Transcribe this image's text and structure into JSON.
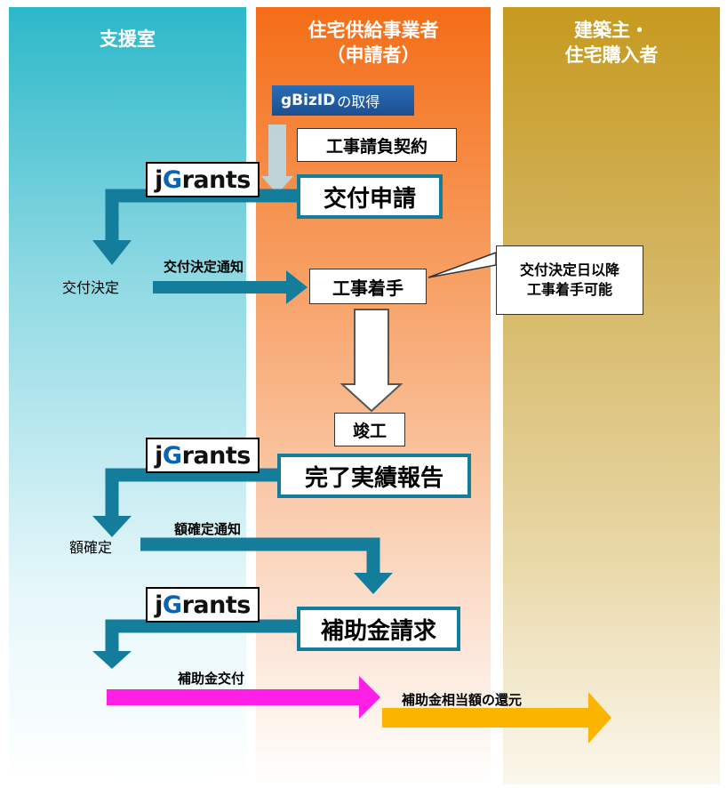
{
  "lanes": {
    "support": {
      "title": "支援室",
      "color": "#2cb8c9"
    },
    "supplier": {
      "title": "住宅供給事業者\n（申請者）",
      "color": "#f46d17"
    },
    "owner": {
      "title": "建築主・\n住宅購入者",
      "color": "#c69a1f"
    }
  },
  "gbiz": {
    "prefix": "gBizID",
    "suffix": "の取得"
  },
  "jgrants": {
    "prefix": "j",
    "g": "G",
    "suffix": "rants"
  },
  "steps": {
    "contract": "工事請負契約",
    "application": "交付申請",
    "start": "工事着手",
    "completion": "竣工",
    "report": "完了実績報告",
    "claim": "補助金請求"
  },
  "callout": {
    "line1": "交付決定日以降",
    "line2": "工事着手可能"
  },
  "labels": {
    "decision": "交付決定",
    "decision_notice": "交付決定通知",
    "amount_fixed": "額確定",
    "amount_notice": "額確定通知",
    "grant_payment": "補助金交付",
    "refund": "補助金相当額の還元"
  },
  "colors": {
    "teal_arrow": "#147d9c",
    "magenta_arrow": "#ff1ee6",
    "yellow_arrow": "#fbb500"
  }
}
